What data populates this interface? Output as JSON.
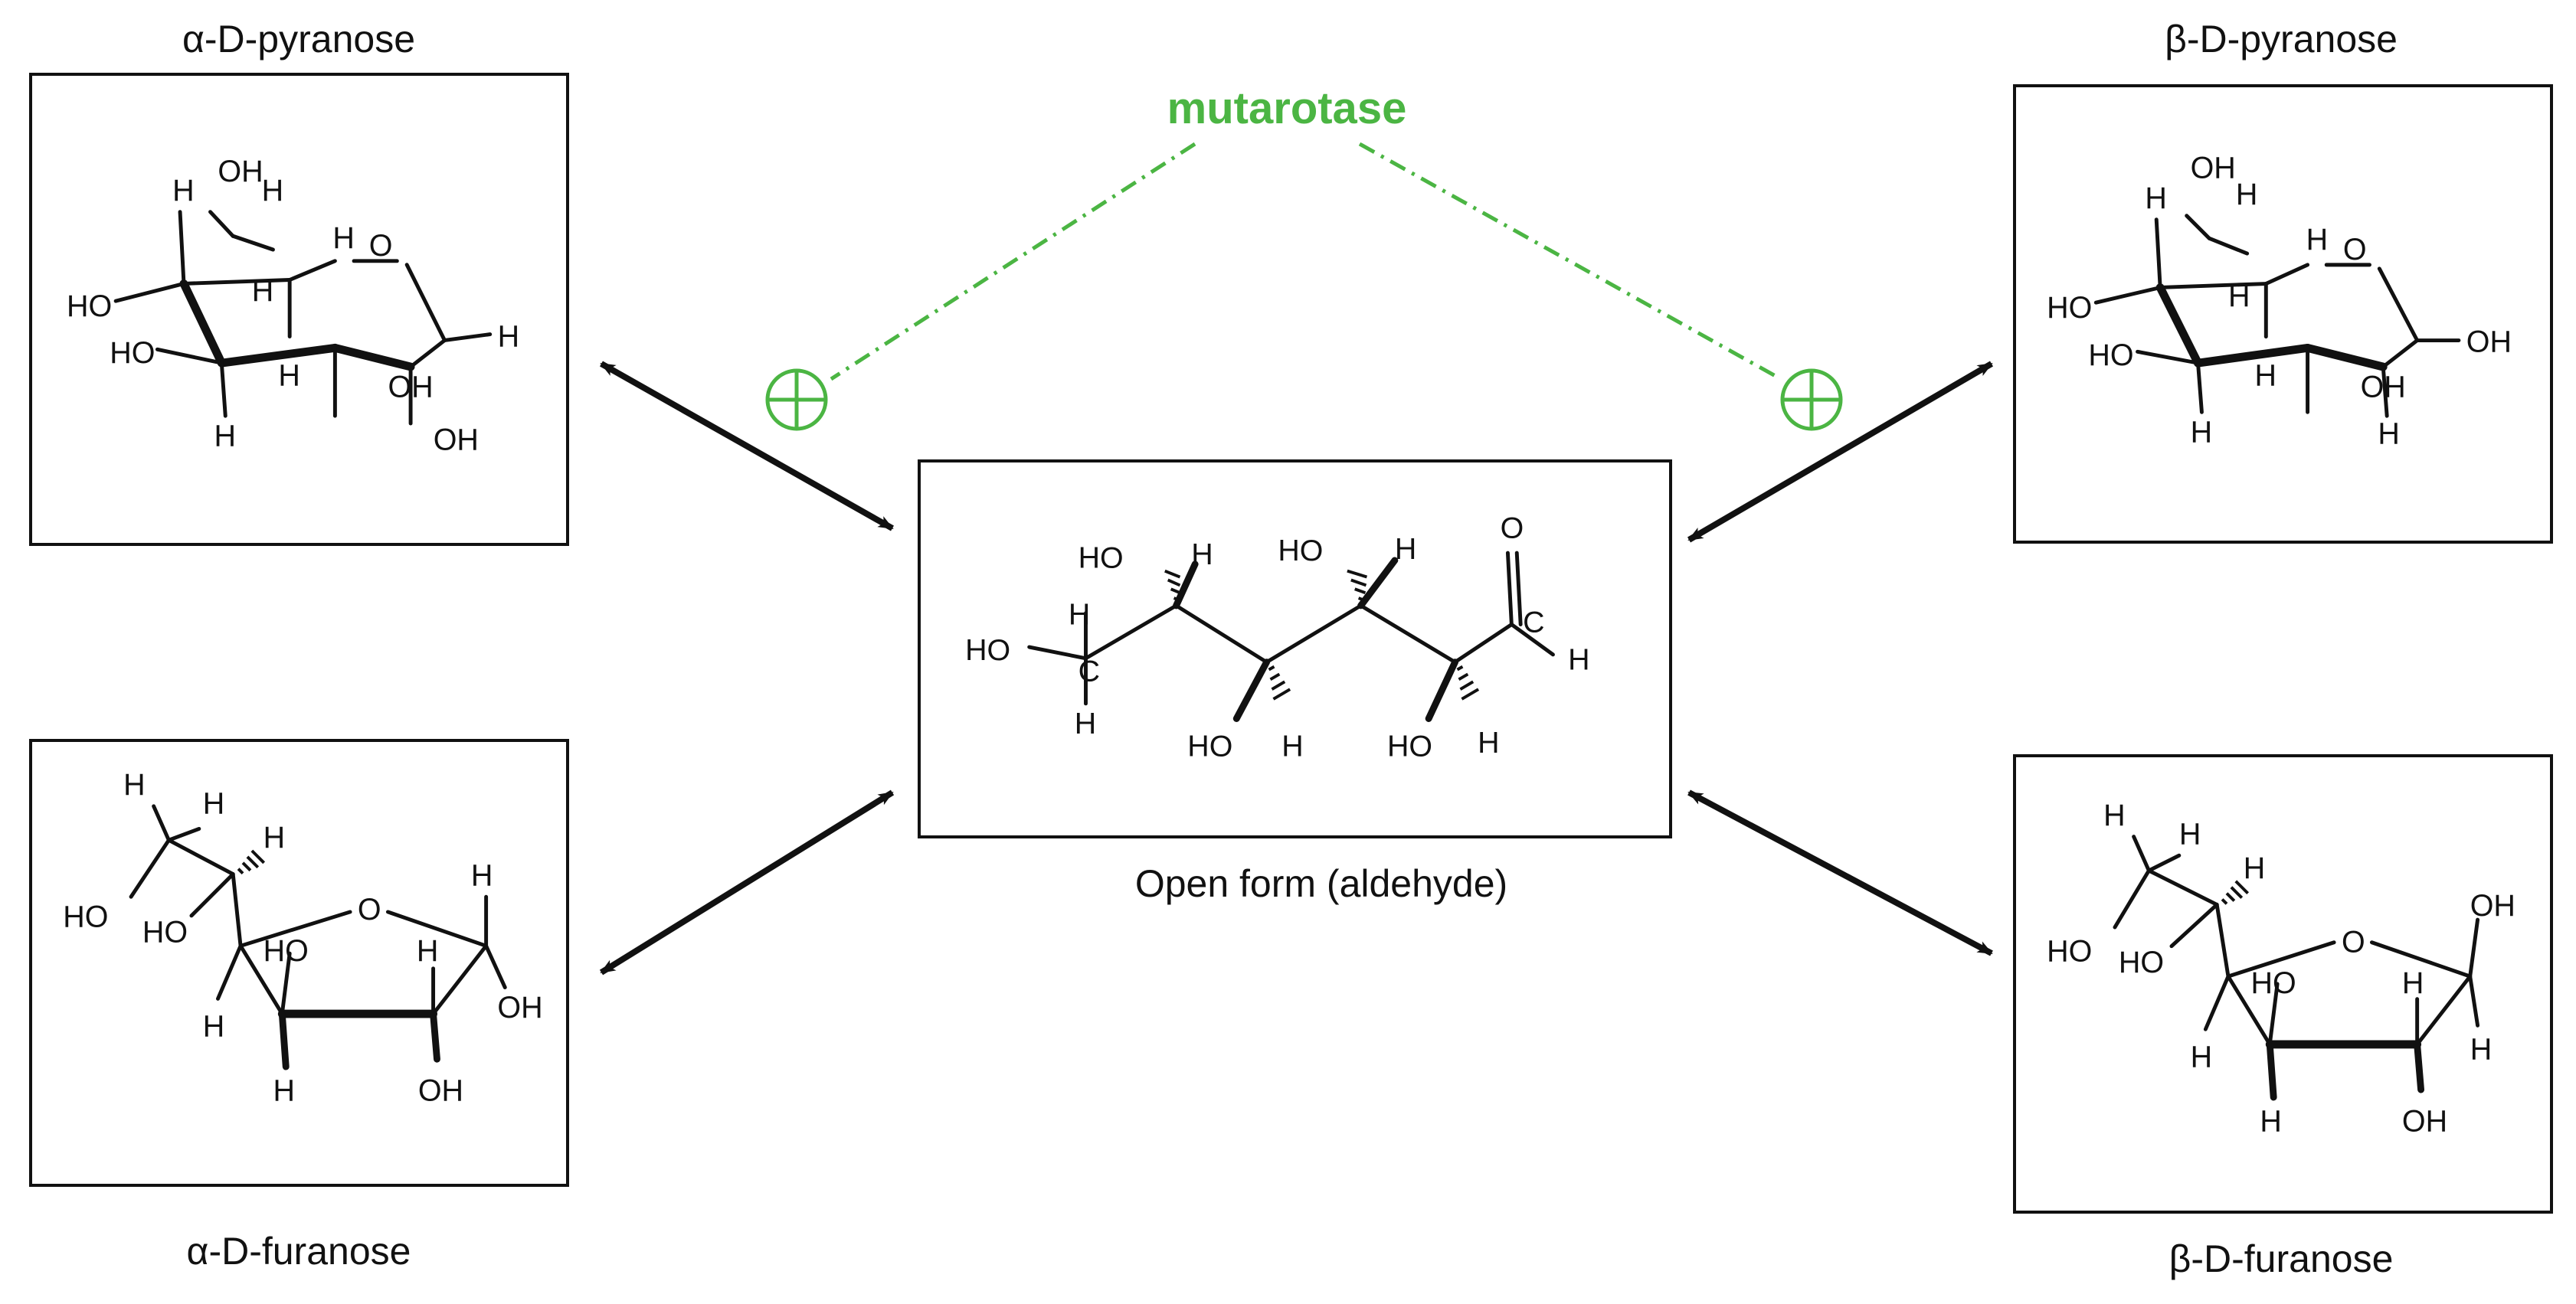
{
  "enzyme": {
    "label": "mutarotase",
    "color": "#4bb543"
  },
  "forms": {
    "alpha_pyranose": {
      "name": "α-D-pyranose"
    },
    "beta_pyranose": {
      "name": "β-D-pyranose"
    },
    "open_form": {
      "name": "Open form (aldehyde)"
    },
    "alpha_furanose": {
      "name": "α-D-furanose"
    },
    "beta_furanose": {
      "name": "β-D-furanose"
    }
  },
  "atoms": {
    "hydroxyl": "HO",
    "hydroxyl_r": "OH",
    "hydrogen": "H",
    "oxygen": "O",
    "carbon": "C"
  },
  "catalysis_symbol": "⊕",
  "icons": {
    "arrow": "double-headed-arrow"
  }
}
